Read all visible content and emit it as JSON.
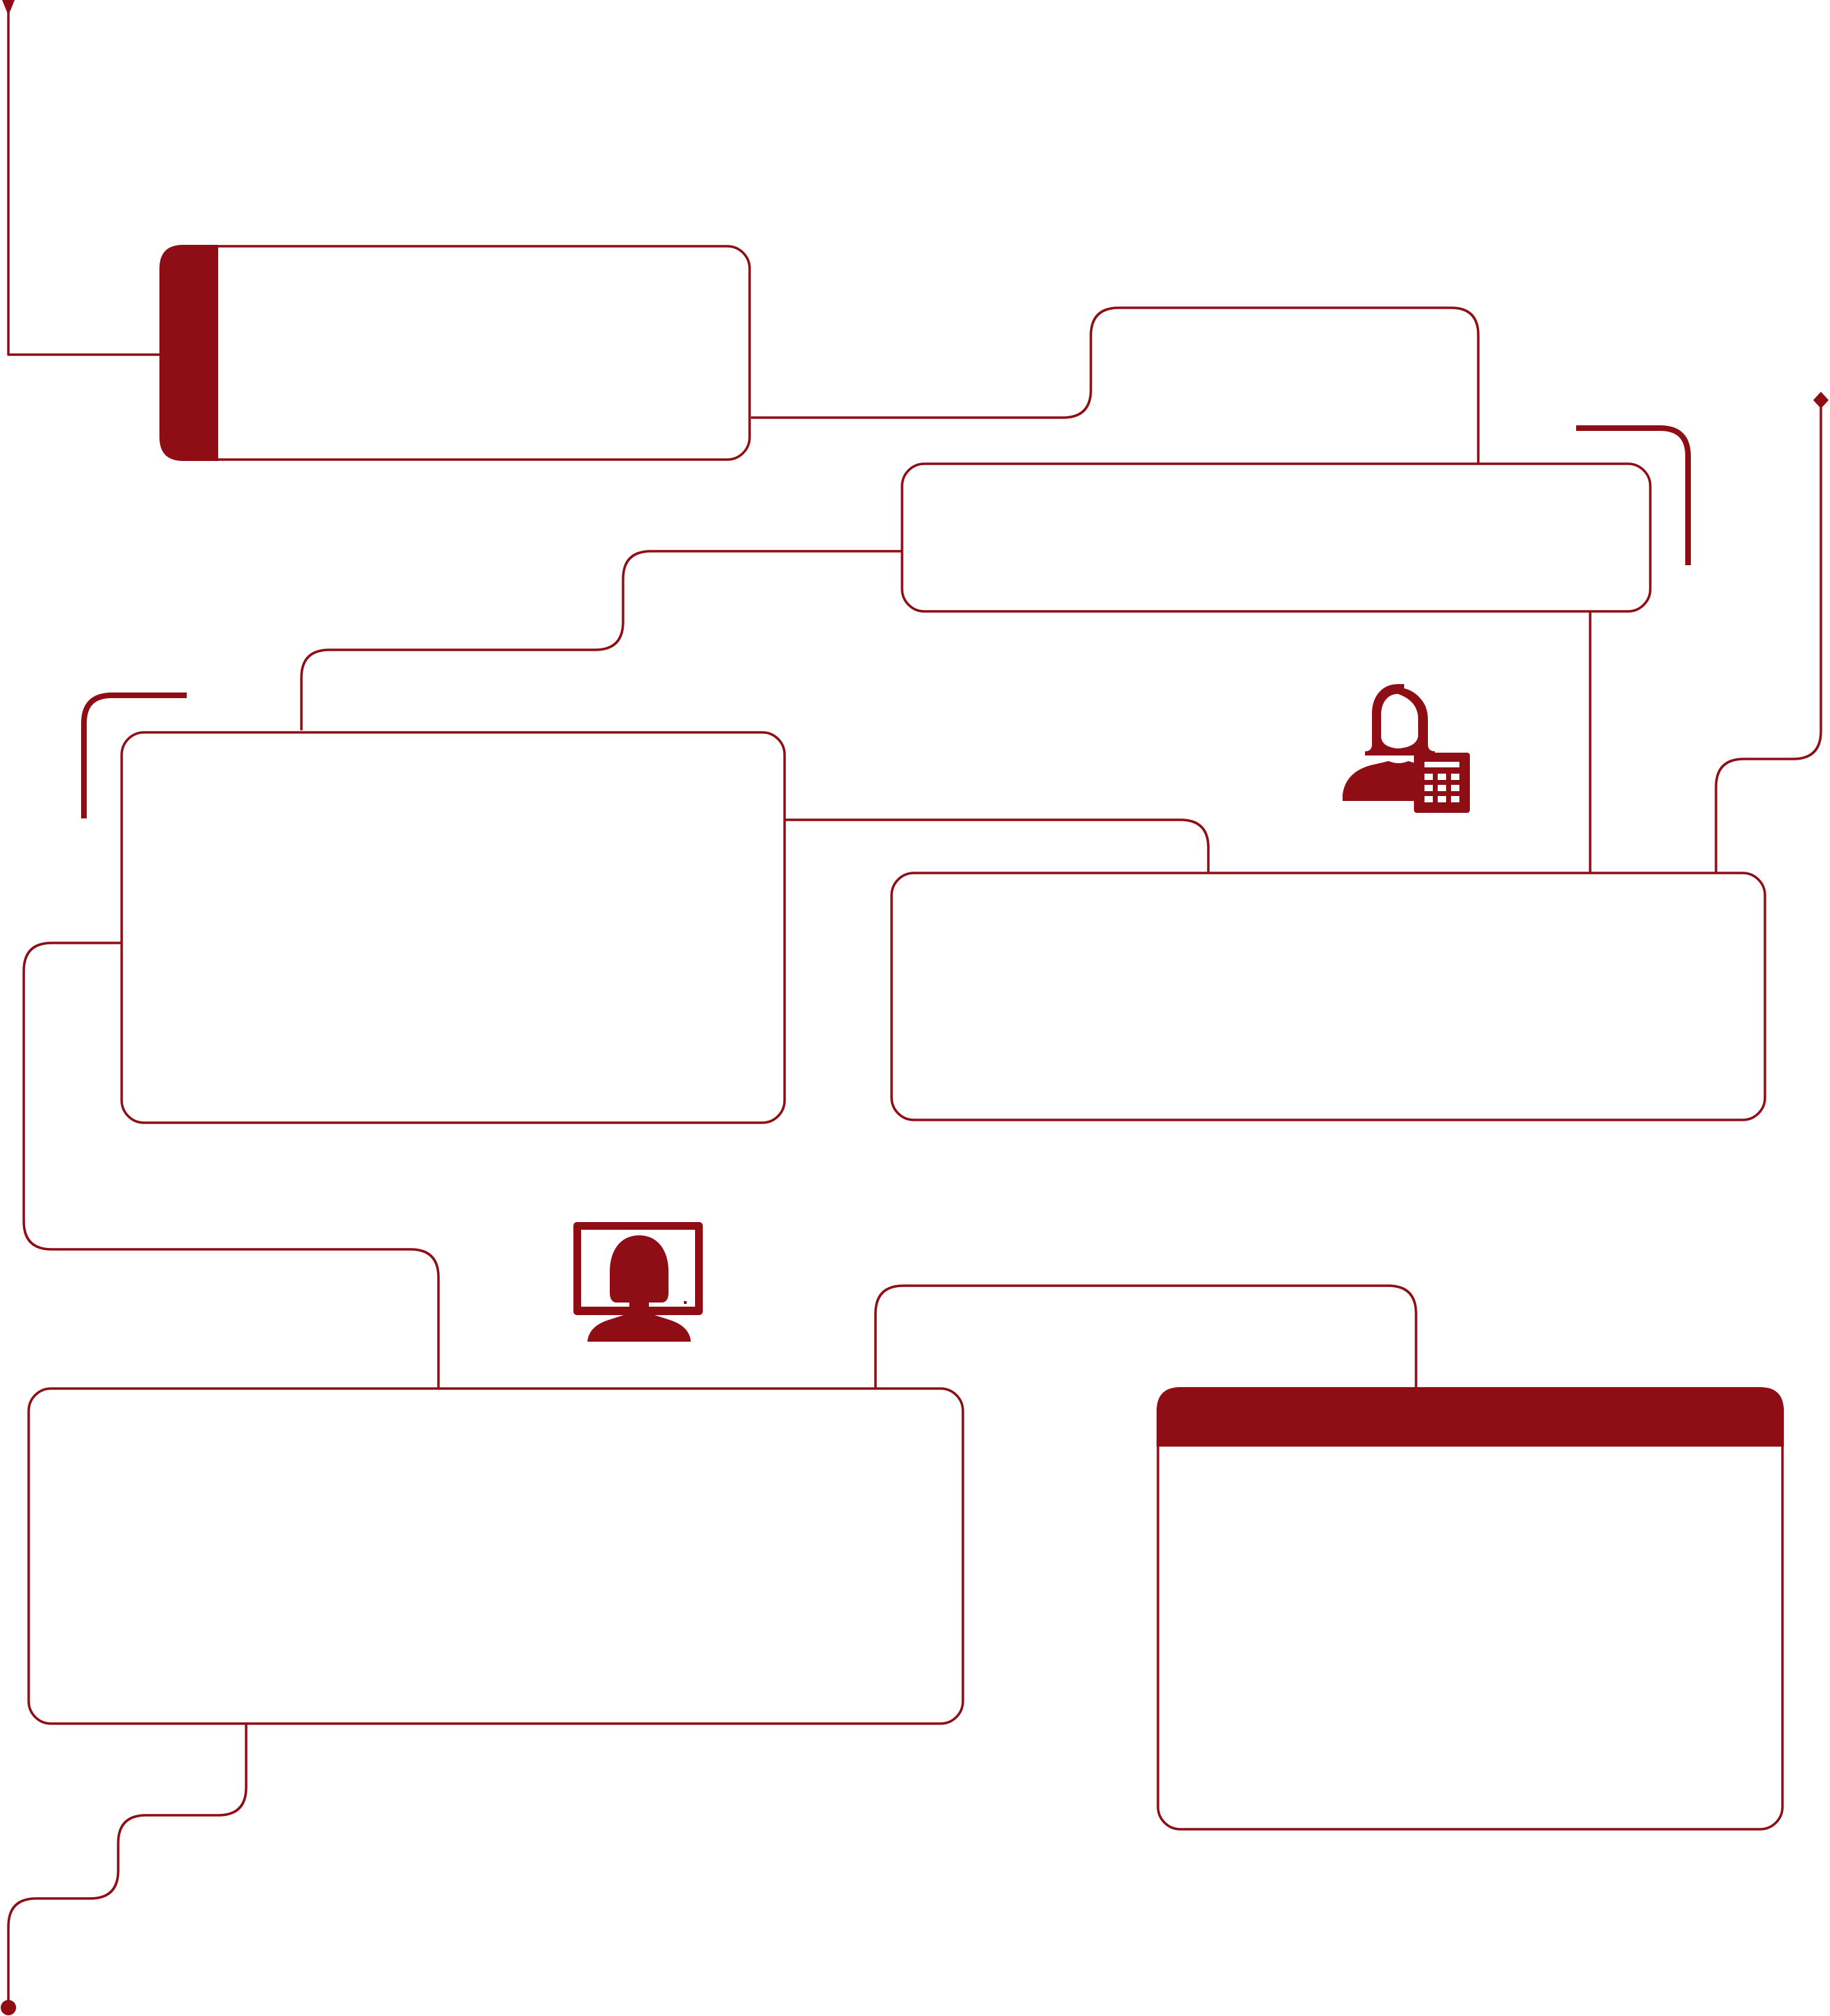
{
  "diagram": {
    "accent_color": "#8f0e16",
    "background_color": "#ffffff",
    "nodes": [
      {
        "id": "box-1",
        "style": "outlined with solid left band",
        "text": ""
      },
      {
        "id": "box-2",
        "style": "outlined",
        "text": ""
      },
      {
        "id": "box-3",
        "style": "outlined",
        "text": ""
      },
      {
        "id": "box-4",
        "style": "outlined",
        "text": ""
      },
      {
        "id": "box-5",
        "style": "outlined",
        "text": ""
      },
      {
        "id": "box-6",
        "style": "outlined with solid top band",
        "text": ""
      }
    ],
    "icons": [
      {
        "name": "receptionist-phone-icon"
      },
      {
        "name": "user-monitor-icon"
      }
    ]
  }
}
